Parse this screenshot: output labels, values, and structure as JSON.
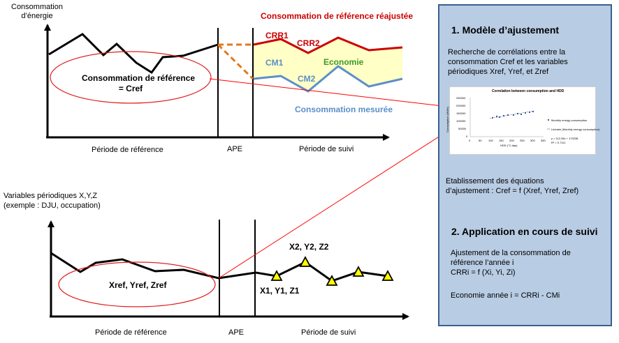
{
  "top": {
    "ylabel_line1": "Consommation",
    "ylabel_line2": "d’énergie",
    "title_adjusted": "Consommation  de référence réajustée",
    "crr1": "CRR1",
    "crr2": "CRR2",
    "cm1": "CM1",
    "cm2": "CM2",
    "economie": "Economie",
    "measured": "Consommation  mesurée",
    "ellipse_line1": "Consommation  de référence",
    "ellipse_line2": "= Cref",
    "period_ref": "Période de référence",
    "ape": "APE",
    "period_suivi": "Période de suivi"
  },
  "bottom": {
    "ylabel_line1": "Variables périodiques X,Y,Z",
    "ylabel_line2": "(exemple : DJU, occupation)",
    "ellipse_label": "Xref, Yref, Zref",
    "x1": "X1, Y1, Z1",
    "x2": "X2, Y2, Z2",
    "period_ref": "Période de référence",
    "ape": "APE",
    "period_suivi": "Période de suivi"
  },
  "panel": {
    "title1": "1. Modèle d’ajustement",
    "para1_l1": "Recherche de corrélations entre la",
    "para1_l2": "consommation Cref et les variables",
    "para1_l3": "périodiques Xref, Yref, et Zref",
    "para2_l1": "Etablissement des équations",
    "para2_l2": "d’ajustement : Cref = f (Xref, Yref, Zref)",
    "title2": "2. Application  en cours de suivi",
    "para3_l1": "Ajustement de la consommation de",
    "para3_l2": "référence l’année i",
    "para3_l3": "CRRi = f (Xi, Yi, Zi)",
    "para4": "Economie année i = CRRi - CMi",
    "mini_chart": {
      "title": "Correlation  between consumption and HDD",
      "xlabel": "HDD (°C.day)",
      "ylabel": "Consumption (MWh)",
      "legend1": "Monthly energy consumption",
      "legend2": "Linéaire (Monthly energy consumption)",
      "equation": "y = 112.28x + 179238",
      "r2": "R² = 0.7111",
      "yticks": [
        "250000",
        "200000",
        "150000",
        "100000",
        "50000",
        "0"
      ],
      "xticks": [
        "0",
        "50",
        "100",
        "150",
        "200",
        "250",
        "300",
        "350"
      ]
    }
  },
  "colors": {
    "red": "#cc0000",
    "blue": "#5b8fc9",
    "orange": "#e07a1f",
    "green": "#3a9a28",
    "economy_fill": "#ffffc6",
    "panel_bg": "#b8cce4",
    "panel_border": "#3a5f8f",
    "marker_fill": "#ffff00"
  }
}
